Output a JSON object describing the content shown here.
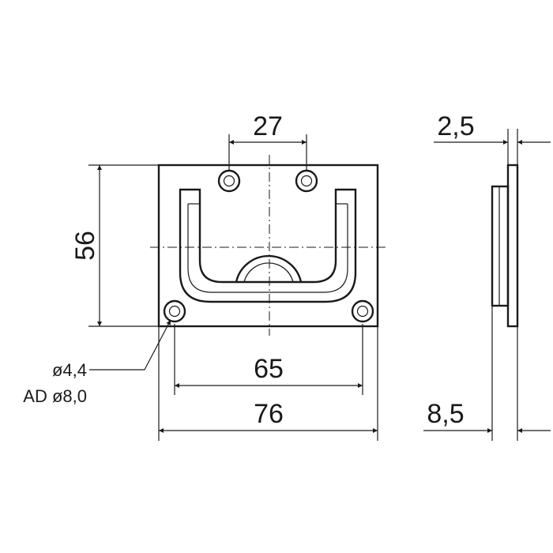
{
  "dimensions": {
    "hole_spacing_top": "27",
    "plate_height": "56",
    "hole_spacing_bottom": "65",
    "plate_width": "76",
    "plate_thickness": "2,5",
    "total_depth": "8,5",
    "hole_diameter": "ø4,4",
    "countersink_diameter": "AD ø8,0"
  },
  "colors": {
    "line": "#1a1a1a",
    "background": "#ffffff"
  }
}
